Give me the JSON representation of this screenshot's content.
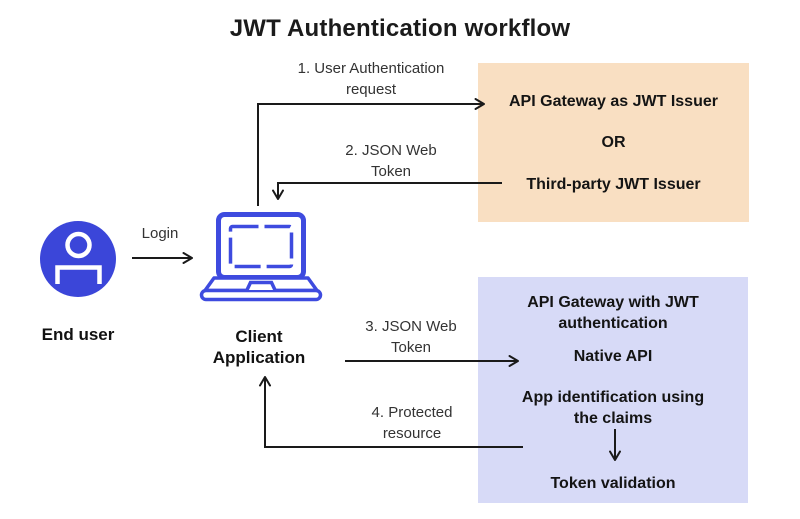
{
  "title": "JWT Authentication workflow",
  "actors": {
    "end_user": {
      "label": "End user",
      "icon": "person-icon"
    },
    "client_application": {
      "lines": [
        "Client",
        "Application"
      ],
      "icon": "laptop-icon"
    }
  },
  "edges": {
    "login": {
      "label": "Login"
    },
    "step1": {
      "lines": [
        "1. User Authentication",
        "request"
      ]
    },
    "step2": {
      "lines": [
        "2. JSON Web",
        "Token"
      ]
    },
    "step3": {
      "lines": [
        "3. JSON Web",
        "Token"
      ]
    },
    "step4": {
      "lines": [
        "4. Protected",
        "resource"
      ]
    }
  },
  "jwt_issuer_box": {
    "option_1": "API Gateway as JWT Issuer",
    "separator": "OR",
    "option_2": "Third-party JWT Issuer"
  },
  "api_gateway_box": {
    "title_lines": [
      "API Gateway with JWT",
      "authentication"
    ],
    "native_api": "Native API",
    "app_identification_lines": [
      "App identification using",
      "the claims"
    ],
    "token_validation": "Token validation"
  },
  "colors": {
    "user_icon_blue": "#3B46D9",
    "laptop_icon_blue": "#3E4BDF",
    "arrow_black": "#1A1A1A",
    "issuer_box_bg": "#F9DFC2",
    "gateway_box_bg": "#D7DAF7"
  }
}
